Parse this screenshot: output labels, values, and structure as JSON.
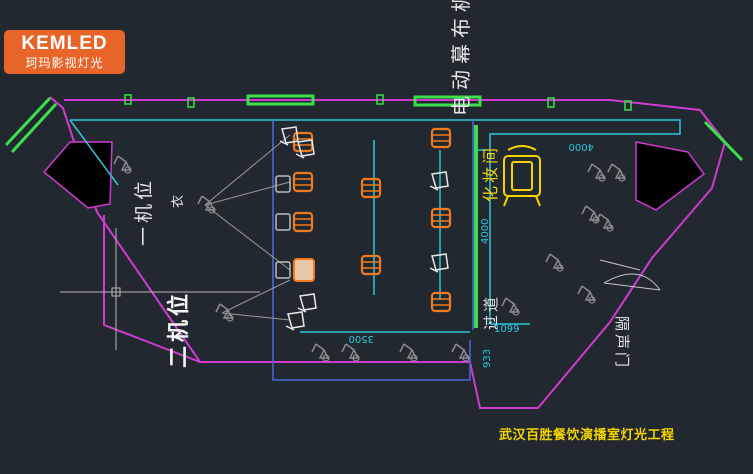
{
  "logo": {
    "brand": "KEMLED",
    "subtitle": "珂玛影视灯光"
  },
  "labels": {
    "machine_pos_1": "一机位",
    "machine_pos_2": "二机位",
    "curtain": "电动幕布机",
    "fitting_room": "化妆间",
    "corridor": "过道",
    "sound_door": "隔声门",
    "clothes_rack": "衣"
  },
  "dimensions": {
    "top_width": "4000",
    "fitting_height": "4000",
    "stage_width": "3500",
    "corridor_width": "1099",
    "corridor_height": "933"
  },
  "caption": "武汉百胜餐饮演播室灯光工程",
  "colors": {
    "background": "#212830",
    "wall_magenta": "#d03ad0",
    "wall_green": "#3ce04a",
    "cyan": "#2ec8d8",
    "blue": "#4a6cd8",
    "orange": "#f07a1e",
    "yellow": "#f5d300",
    "caption": "#f5d300"
  }
}
